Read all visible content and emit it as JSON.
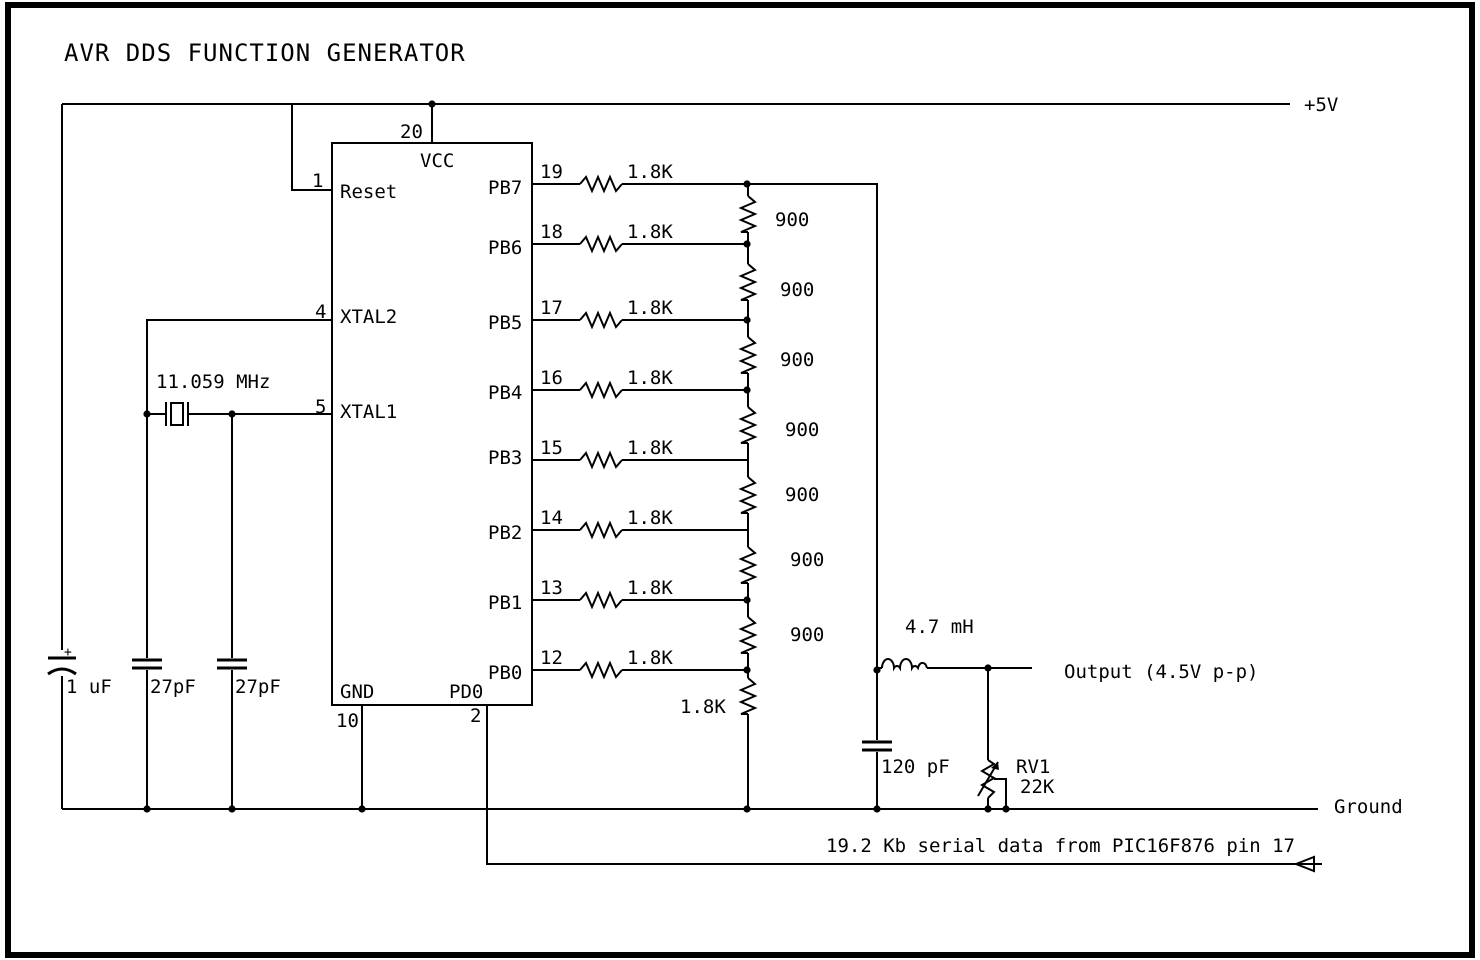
{
  "title": "AVR DDS FUNCTION GENERATOR",
  "supply_label": "+5V",
  "ground_label": "Ground",
  "output_label": "Output (4.5V p-p)",
  "serial_label": "19.2 Kb serial data from PIC16F876 pin 17",
  "mcu": {
    "vcc_pin": "20",
    "vcc_label": "VCC",
    "reset_pin": "1",
    "reset_label": "Reset",
    "xtal2_pin": "4",
    "xtal2_label": "XTAL2",
    "xtal1_pin": "5",
    "xtal1_label": "XTAL1",
    "gnd_pin": "10",
    "gnd_label": "GND",
    "pd0_pin": "2",
    "pd0_label": "PD0",
    "ports": [
      {
        "label": "PB7",
        "pin": "19",
        "resistor": "1.8K"
      },
      {
        "label": "PB6",
        "pin": "18",
        "resistor": "1.8K"
      },
      {
        "label": "PB5",
        "pin": "17",
        "resistor": "1.8K"
      },
      {
        "label": "PB4",
        "pin": "16",
        "resistor": "1.8K"
      },
      {
        "label": "PB3",
        "pin": "15",
        "resistor": "1.8K"
      },
      {
        "label": "PB2",
        "pin": "14",
        "resistor": "1.8K"
      },
      {
        "label": "PB1",
        "pin": "13",
        "resistor": "1.8K"
      },
      {
        "label": "PB0",
        "pin": "12",
        "resistor": "1.8K"
      }
    ]
  },
  "ladder": {
    "series": [
      "900",
      "900",
      "900",
      "900",
      "900",
      "900",
      "900"
    ],
    "bottom": "1.8K"
  },
  "crystal": "11.059 MHz",
  "caps": {
    "c_supply": "1 uF",
    "c_x1": "27pF",
    "c_x2": "27pF",
    "c_out": "120 pF"
  },
  "inductor": "4.7 mH",
  "pot": {
    "name": "RV1",
    "value": "22K"
  }
}
